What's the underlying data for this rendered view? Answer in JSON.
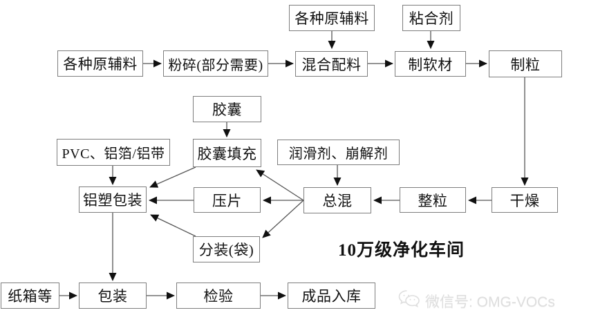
{
  "diagram": {
    "floor_label": "10万级净化车间",
    "nodes": {
      "raw_materials_top": {
        "label": "各种原辅料"
      },
      "binder": {
        "label": "粘合剂"
      },
      "raw_materials": {
        "label": "各种原辅料"
      },
      "crushing": {
        "label": "粉碎(部分需要)"
      },
      "mixing": {
        "label": "混合配料"
      },
      "soft_material": {
        "label": "制软材"
      },
      "granulating": {
        "label": "制粒"
      },
      "capsule": {
        "label": "胶囊"
      },
      "capsule_filling": {
        "label": "胶囊填充"
      },
      "pvc_foil": {
        "label": "PVC、铝箔/铝带"
      },
      "lubricant_disintegrant": {
        "label": "润滑剂、崩解剂"
      },
      "alu_plastic_packaging": {
        "label": "铝塑包装"
      },
      "tablet_pressing": {
        "label": "压片"
      },
      "final_mixing": {
        "label": "总混"
      },
      "granule_sizing": {
        "label": "整粒"
      },
      "drying": {
        "label": "干燥"
      },
      "bag_filling": {
        "label": "分装(袋)"
      },
      "cartons": {
        "label": "纸箱等"
      },
      "packaging": {
        "label": "包装"
      },
      "inspection": {
        "label": "检验"
      },
      "warehouse": {
        "label": "成品入库"
      }
    },
    "edges": [
      {
        "from": "raw_materials",
        "to": "crushing"
      },
      {
        "from": "crushing",
        "to": "mixing"
      },
      {
        "from": "raw_materials_top",
        "to": "mixing"
      },
      {
        "from": "mixing",
        "to": "soft_material"
      },
      {
        "from": "binder",
        "to": "soft_material"
      },
      {
        "from": "soft_material",
        "to": "granulating"
      },
      {
        "from": "granulating",
        "to": "drying"
      },
      {
        "from": "drying",
        "to": "granule_sizing"
      },
      {
        "from": "granule_sizing",
        "to": "final_mixing"
      },
      {
        "from": "lubricant_disintegrant",
        "to": "final_mixing"
      },
      {
        "from": "final_mixing",
        "to": "capsule_filling"
      },
      {
        "from": "final_mixing",
        "to": "tablet_pressing"
      },
      {
        "from": "final_mixing",
        "to": "bag_filling"
      },
      {
        "from": "capsule",
        "to": "capsule_filling"
      },
      {
        "from": "capsule_filling",
        "to": "alu_plastic_packaging"
      },
      {
        "from": "tablet_pressing",
        "to": "alu_plastic_packaging"
      },
      {
        "from": "bag_filling",
        "to": "alu_plastic_packaging"
      },
      {
        "from": "pvc_foil",
        "to": "alu_plastic_packaging"
      },
      {
        "from": "alu_plastic_packaging",
        "to": "packaging"
      },
      {
        "from": "cartons",
        "to": "packaging"
      },
      {
        "from": "packaging",
        "to": "inspection"
      },
      {
        "from": "inspection",
        "to": "warehouse"
      }
    ],
    "colors": {
      "box_border": "#7d7d7d",
      "text": "#111111",
      "line": "#555555",
      "arrowhead": "#111111",
      "watermark": "#dedede",
      "background": "#ffffff"
    }
  },
  "watermark": {
    "text": "微信号: OMG-VOCs",
    "icon": "wechat-icon"
  }
}
